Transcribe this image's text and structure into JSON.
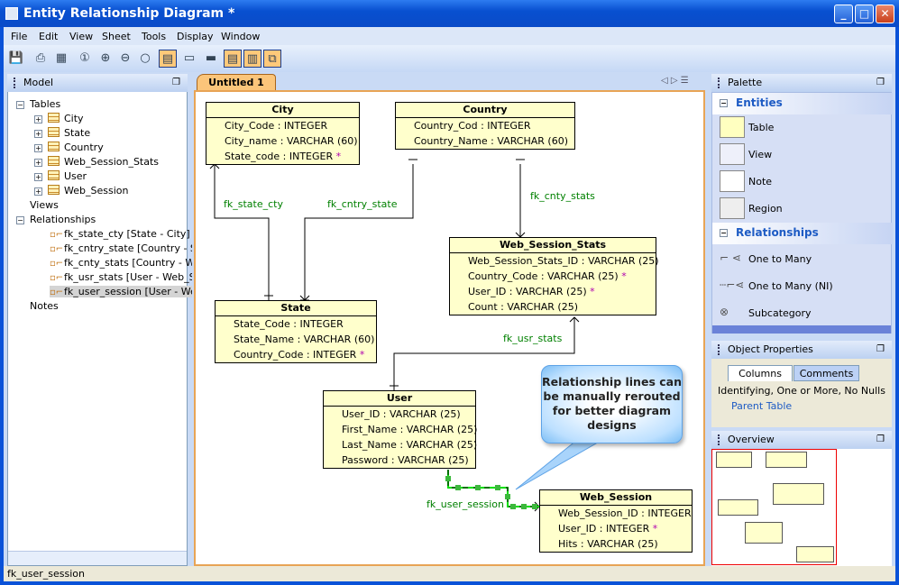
{
  "window": {
    "title": "Entity Relationship Diagram *",
    "minimize": "_",
    "maximize": "□",
    "close": "✕"
  },
  "menu": [
    "File",
    "Edit",
    "View",
    "Sheet",
    "Tools",
    "Display",
    "Window"
  ],
  "toolbar": [
    {
      "icon": "save-icon",
      "g": "💾"
    },
    {
      "icon": "print-icon",
      "g": "⎙"
    },
    {
      "icon": "grid-icon",
      "g": "▦"
    },
    {
      "icon": "zoom-actual-icon",
      "g": "①"
    },
    {
      "icon": "zoom-in-icon",
      "g": "⊕"
    },
    {
      "icon": "zoom-out-icon",
      "g": "⊖"
    },
    {
      "icon": "zoom-fit-icon",
      "g": "○"
    },
    {
      "icon": "show-columns-icon",
      "g": "▤",
      "on": true
    },
    {
      "icon": "show-keys-icon",
      "g": "▭"
    },
    {
      "icon": "show-name-icon",
      "g": "▬"
    },
    {
      "icon": "logical-view-icon",
      "g": "▤",
      "on": true
    },
    {
      "icon": "physical-view-icon",
      "g": "▥",
      "on": true
    },
    {
      "icon": "auto-layout-icon",
      "g": "⧉",
      "on": true
    }
  ],
  "model": {
    "title": "Model",
    "tables_label": "Tables",
    "tables": [
      "City",
      "State",
      "Country",
      "Web_Session_Stats",
      "User",
      "Web_Session"
    ],
    "views_label": "Views",
    "relationships_label": "Relationships",
    "relationships": [
      "fk_state_cty [State - City]",
      "fk_cntry_state [Country - St",
      "fk_cnty_stats [Country - We",
      "fk_usr_stats [User - Web_Se",
      "fk_user_session [User - Web"
    ],
    "notes_label": "Notes"
  },
  "tab": "Untitled 1",
  "entities": [
    {
      "name": "City",
      "rows": [
        [
          "City_Code : INTEGER",
          ""
        ],
        [
          "City_name : VARCHAR (60)",
          ""
        ],
        [
          "State_code : INTEGER",
          "*"
        ]
      ]
    },
    {
      "name": "Country",
      "rows": [
        [
          "Country_Cod : INTEGER",
          ""
        ],
        [
          "Country_Name : VARCHAR (60)",
          ""
        ]
      ]
    },
    {
      "name": "Web_Session_Stats",
      "rows": [
        [
          "Web_Session_Stats_ID : VARCHAR (25)",
          ""
        ],
        [
          "Country_Code : VARCHAR (25)",
          "*"
        ],
        [
          "User_ID : VARCHAR (25)",
          "*"
        ],
        [
          "Count : VARCHAR (25)",
          ""
        ]
      ]
    },
    {
      "name": "State",
      "rows": [
        [
          "State_Code : INTEGER",
          ""
        ],
        [
          "State_Name : VARCHAR (60)",
          ""
        ],
        [
          "Country_Code : INTEGER",
          "*"
        ]
      ]
    },
    {
      "name": "User",
      "rows": [
        [
          "User_ID : VARCHAR (25)",
          ""
        ],
        [
          "First_Name : VARCHAR (25)",
          ""
        ],
        [
          "Last_Name : VARCHAR (25)",
          ""
        ],
        [
          "Password : VARCHAR (25)",
          ""
        ]
      ]
    },
    {
      "name": "Web_Session",
      "rows": [
        [
          "Web_Session_ID : INTEGER",
          ""
        ],
        [
          "User_ID : INTEGER",
          "*"
        ],
        [
          "Hits : VARCHAR (25)",
          ""
        ]
      ]
    }
  ],
  "rel_labels": [
    "fk_state_cty",
    "fk_cntry_state",
    "fk_cnty_stats",
    "fk_usr_stats",
    "fk_user_session"
  ],
  "callout": "Relationship lines can be manually rerouted for better diagram designs",
  "palette": {
    "title": "Palette",
    "entities_label": "Entities",
    "entities": [
      "Table",
      "View",
      "Note",
      "Region"
    ],
    "relationships_label": "Relationships",
    "relationships": [
      "One to Many",
      "One to Many (NI)",
      "Subcategory"
    ]
  },
  "object_properties": {
    "title": "Object Properties",
    "tabs": [
      "Columns",
      "Comments"
    ],
    "text": "Identifying, One or More, No Nulls",
    "group": "Parent Table"
  },
  "overview": {
    "title": "Overview"
  },
  "status": "fk_user_session",
  "colors": {
    "titlebar": "#0a4bc8",
    "entity": "#ffffcc",
    "relationship_label": "#008000",
    "selected_line": "#00cc00",
    "tab": "#fbc57a"
  }
}
